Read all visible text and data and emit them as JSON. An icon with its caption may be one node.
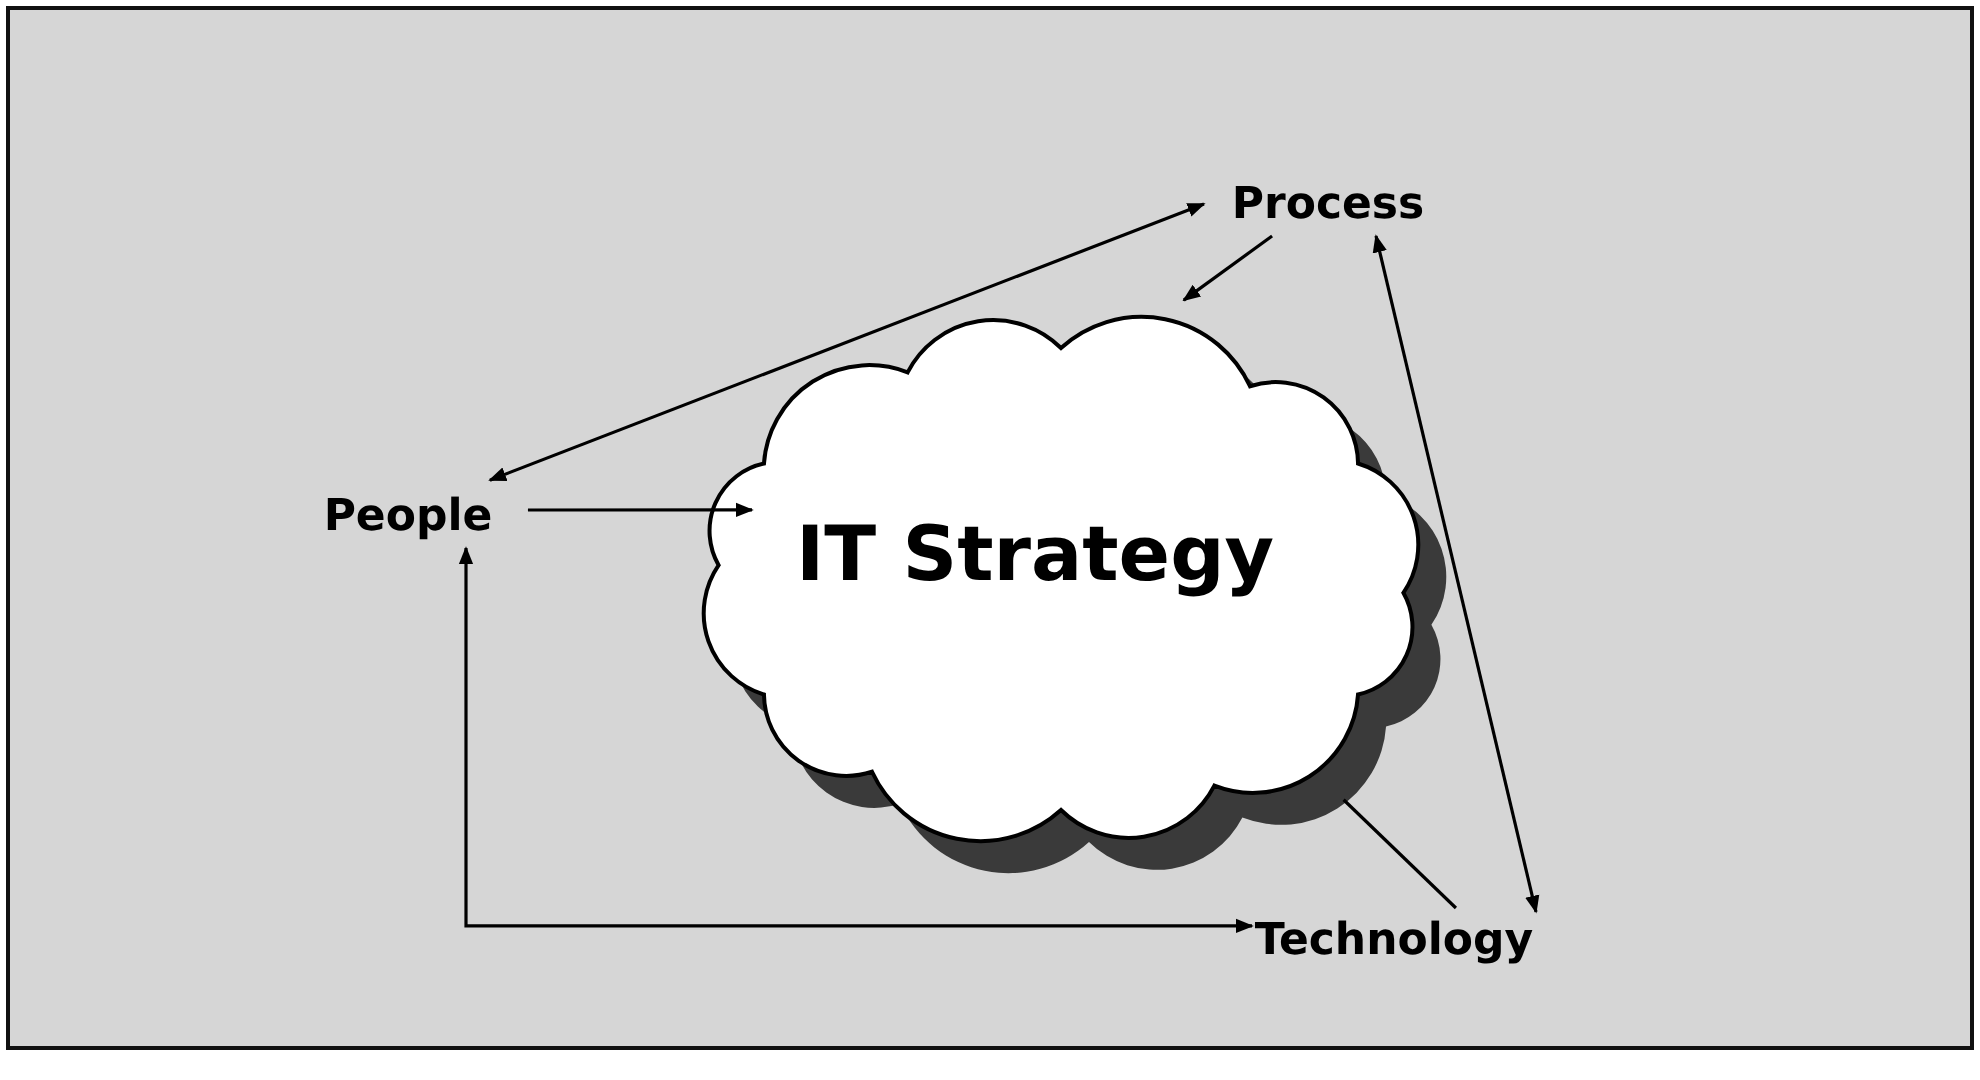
{
  "diagram": {
    "nodes": [
      {
        "text": [
          "People"
        ]
      },
      {
        "text": [
          "Process"
        ]
      },
      {
        "text": [
          "IT Strategy"
        ]
      },
      {
        "text": [
          "Technology"
        ]
      }
    ],
    "edges": [
      {
        "from": 0,
        "to": 1,
        "arrow": "both"
      },
      {
        "from": 1,
        "to": 2,
        "arrow": "to"
      },
      {
        "from": 1,
        "to": 3,
        "arrow": "both"
      },
      {
        "from": 0,
        "to": 2,
        "arrow": "to"
      },
      {
        "from": 0,
        "to": 3,
        "arrow": "both"
      },
      {
        "from": 3,
        "to": 2,
        "arrow": "none"
      }
    ]
  }
}
